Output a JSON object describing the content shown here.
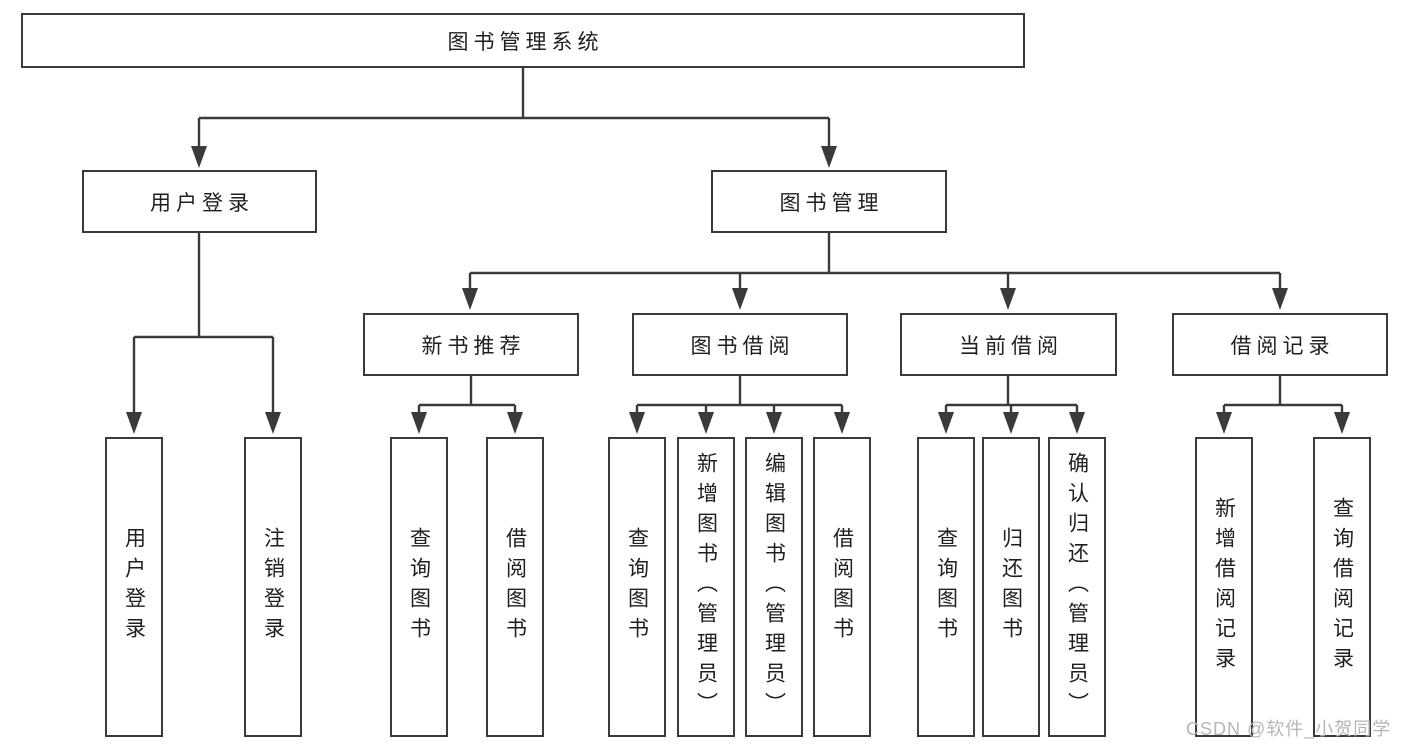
{
  "diagram": {
    "root": {
      "label": "图书管理系统"
    },
    "level2": {
      "user_login": {
        "label": "用户登录"
      },
      "book_management": {
        "label": "图书管理"
      }
    },
    "level3": {
      "new_book_recommend": {
        "label": "新书推荐"
      },
      "book_borrow": {
        "label": "图书借阅"
      },
      "current_borrow": {
        "label": "当前借阅"
      },
      "borrow_records": {
        "label": "借阅记录"
      }
    },
    "leaves": {
      "user_login_group": {
        "login": "用户登录",
        "logout": "注销登录"
      },
      "new_book_recommend_group": {
        "query_books": "查询图书",
        "borrow_books": "借阅图书"
      },
      "book_borrow_group": {
        "query_books": "查询图书",
        "add_book_admin": "新增图书（管理员）",
        "edit_book_admin": "编辑图书（管理员）",
        "borrow_books": "借阅图书"
      },
      "current_borrow_group": {
        "query_books": "查询图书",
        "return_book": "归还图书",
        "confirm_return_admin": "确认归还（管理员）"
      },
      "borrow_records_group": {
        "add_borrow_record": "新增借阅记录",
        "query_borrow_record": "查询借阅记录"
      }
    }
  },
  "watermark": "CSDN @软件_小贺同学",
  "colors": {
    "line": "#3a3a3a",
    "text": "#1f1f1f",
    "watermark": "#b4b7ba",
    "background": "#ffffff"
  }
}
